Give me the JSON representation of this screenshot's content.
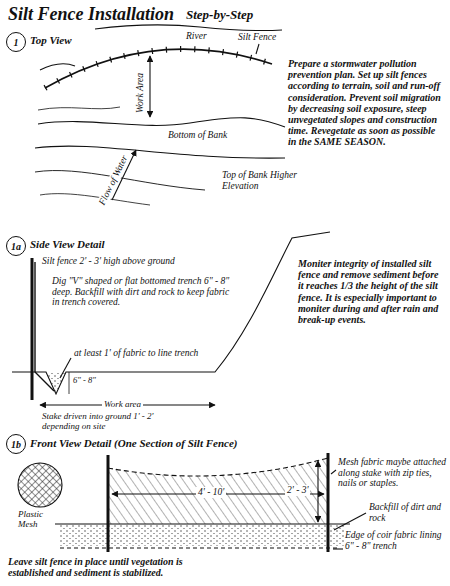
{
  "diagram": {
    "title": "Silt Fence Installation",
    "nodes": [
      {
        "text": [
          "1"
        ]
      },
      {
        "text": [
          "1a"
        ]
      },
      {
        "text": [
          "1b"
        ]
      }
    ],
    "labels": [
      "Step-by-Step",
      "Top View",
      "River",
      "Silt Fence",
      "Work Area",
      "Bottom of Bank",
      "Flow of Water",
      "Top of Bank Higher Elevation",
      "Prepare a stormwater pollution prevention plan. Set up silt fences according to terrain, soil and run-off consideration. Prevent soil migration by decreasing soil exposure, steep unvegetated slopes and construction time. Revegetate as soon as possible in the SAME SEASON.",
      "Side View Detail",
      "Silt fence 2' - 3' high above ground",
      "Dig \"V\" shaped or flat bottomed trench 6\" - 8\" deep. Backfill with dirt and rock to keep fabric in trench covered.",
      "at least 1' of fabric to line trench",
      "6\" - 8\"",
      "Work area",
      "Stake driven into ground 1' - 2' depending on site",
      "Moniter integrity of installed silt fence and remove sediment before it reaches 1/3 the height of the silt fence. It is especially important to moniter during and after rain and break-up events.",
      "Front View Detail (One Section of Silt Fence)",
      "Plastic Mesh",
      "4' - 10'",
      "2' - 3'",
      "Mesh fabric maybe attached along stake with zip ties, nails or staples.",
      "Backfill of dirt and rock",
      "Edge of coir fabric lining 6\" - 8\" trench",
      "Leave silt fence in place until vegetation is established and sediment is stabilized."
    ]
  }
}
